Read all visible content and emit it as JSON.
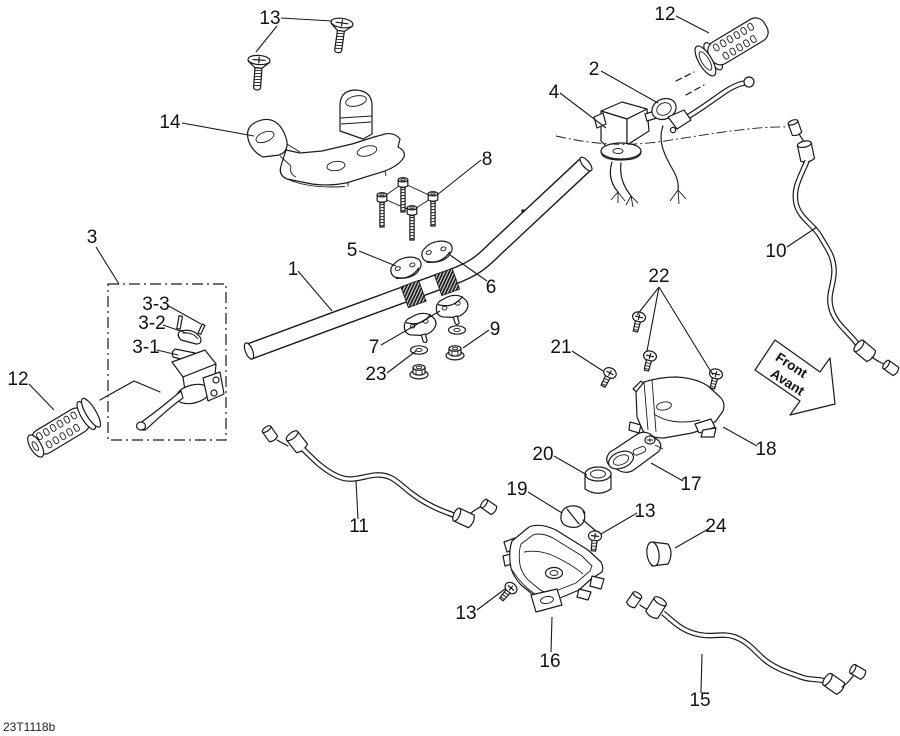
{
  "diagram": {
    "code": "23T1118b",
    "front_arrow": {
      "line1": "Front",
      "line2": "Avant"
    }
  },
  "part_labels": [
    {
      "text": "13"
    },
    {
      "text": "12"
    },
    {
      "text": "2"
    },
    {
      "text": "4"
    },
    {
      "text": "14"
    },
    {
      "text": "8"
    },
    {
      "text": "3"
    },
    {
      "text": "5"
    },
    {
      "text": "1"
    },
    {
      "text": "6"
    },
    {
      "text": "10"
    },
    {
      "text": "3-3"
    },
    {
      "text": "3-2"
    },
    {
      "text": "3-1"
    },
    {
      "text": "7"
    },
    {
      "text": "9"
    },
    {
      "text": "23"
    },
    {
      "text": "22"
    },
    {
      "text": "21"
    },
    {
      "text": "12"
    },
    {
      "text": "18"
    },
    {
      "text": "20"
    },
    {
      "text": "17"
    },
    {
      "text": "11"
    },
    {
      "text": "19"
    },
    {
      "text": "13"
    },
    {
      "text": "24"
    },
    {
      "text": "13"
    },
    {
      "text": "16"
    },
    {
      "text": "15"
    }
  ]
}
